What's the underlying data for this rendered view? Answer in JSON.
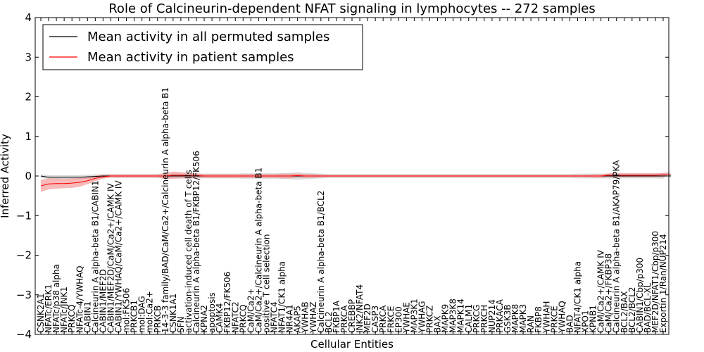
{
  "chart_data": {
    "type": "line",
    "title": "Role of Calcineurin-dependent NFAT signaling in lymphocytes -- 272 samples",
    "xlabel": "Cellular Entities",
    "ylabel": "Inferred Activity",
    "ylim": [
      -4,
      4
    ],
    "yticks": [
      -4,
      -3,
      -2,
      -1,
      0,
      1,
      2,
      3,
      4
    ],
    "ytick_labels": [
      "−4",
      "−3",
      "−2",
      "−1",
      "0",
      "1",
      "2",
      "3",
      "4"
    ],
    "grid": false,
    "legend_position": "top-left",
    "categories": [
      "CSNK2A1",
      "NFATc/ERK1",
      "NFATc/p38 alpha",
      "NFATc/JNK1",
      "PRKCQ",
      "NFATc-4/YWHAQ",
      "CABIN1",
      "Calcineurin A alpha-beta B1/CABIN1",
      "CABIN1/MEF2D",
      "CABIN1/MEF2D/CaM/Ca2+/CAMK IV",
      "CABIN1/YWHAQ/CaM/Ca2+/CAMK IV",
      "mol:FK506",
      "PRKCB1",
      "mol:DAG",
      "mol:Ca2+",
      "PRKCB",
      "14-3-3 family/BAD/CaM/Ca2+/Calcineurin A alpha-beta B1",
      "CSNK1A1",
      "SFN",
      "activation-induced cell death of T cells",
      "Calcineurin A alpha-beta B1/FKBP12/FK506",
      "KPNA2",
      "apoptosis",
      "CAMK4",
      "FKBP12/FK506",
      "NFATC2",
      "PRKCQ",
      "CaM/Ca2+",
      "CaM/Ca2+/Calcineurin A alpha-beta B1",
      "positive T cell selection",
      "NFATC4",
      "NFAT1/CK1 alpha",
      "NR4A1",
      "AKAP5",
      "YWHAB",
      "YWHAZ",
      "Calcineurin A alpha-beta B1/BCL2",
      "BCL2",
      "FKBP1A",
      "PRKCA",
      "CREBBP",
      "JNK2/NFAT4",
      "MEF2D",
      "CASP3",
      "PRKCA",
      "FRKCE",
      "EP300",
      "YWHAE",
      "MAP3K1",
      "YWHAG",
      "PRKCZ",
      "BAX",
      "MAPK9",
      "MAP3K8",
      "MAPK14",
      "CALM1",
      "PRKCG",
      "PRKCH",
      "NUP214",
      "PRKACA",
      "GSK3B",
      "MAPK8",
      "MAPK3",
      "RAN",
      "FKBP8",
      "YWHAH",
      "PRKCE",
      "YWHAQ",
      "BAD",
      "NFAT4/CK1 alpha",
      "XPO1",
      "KPNB1",
      "CaM/Ca2+/CAMK IV",
      "CaM/Ca2+/FKBP38",
      "Calcineurin A alpha-beta B1/AKAP79/PKA",
      "BCL2/BAX",
      "BCL2/BCL2",
      "CABIN1/Cbp/p300",
      "BAD/BCL-XL",
      "MEF2D/NFAT1/Cbp/p300",
      "Exportin 1/Ran/NUP214"
    ],
    "series": [
      {
        "name": "Mean activity in all permuted samples",
        "color": "#000000",
        "band_color": "#888888",
        "values": [
          0,
          -0.03,
          -0.03,
          -0.03,
          -0.03,
          -0.03,
          -0.02,
          -0.01,
          0,
          0,
          0,
          0,
          0,
          0,
          0,
          0,
          0,
          0,
          0,
          0,
          0,
          0,
          0,
          0,
          0,
          0,
          0,
          0,
          0,
          0,
          0,
          0,
          0,
          0,
          0,
          0,
          0,
          0,
          0,
          0,
          0,
          0,
          0,
          0,
          0,
          0,
          0,
          0,
          0,
          0,
          0,
          0,
          0,
          0,
          0,
          0,
          0,
          0,
          0,
          0,
          0,
          0,
          0,
          0,
          0,
          0,
          0,
          0,
          0,
          0,
          0,
          0,
          0,
          0,
          0,
          0,
          0,
          0,
          0,
          0,
          0,
          0
        ],
        "band": [
          0.04,
          0.05,
          0.05,
          0.05,
          0.05,
          0.05,
          0.05,
          0.05,
          0.05,
          0.05,
          0.05,
          0.05,
          0.05,
          0.05,
          0.05,
          0.05,
          0.06,
          0.06,
          0.06,
          0.06,
          0.06,
          0.06,
          0.06,
          0.06,
          0.06,
          0.06,
          0.07,
          0.07,
          0.07,
          0.07,
          0.07,
          0.07,
          0.08,
          0.09,
          0.08,
          0.07,
          0.06,
          0.05,
          0.05,
          0.05,
          0.05,
          0.05,
          0.05,
          0.05,
          0.05,
          0.05,
          0.05,
          0.05,
          0.05,
          0.05,
          0.05,
          0.05,
          0.05,
          0.05,
          0.05,
          0.05,
          0.05,
          0.05,
          0.05,
          0.05,
          0.05,
          0.05,
          0.05,
          0.05,
          0.05,
          0.05,
          0.05,
          0.05,
          0.05,
          0.06,
          0.06,
          0.06,
          0.06,
          0.06,
          0.06,
          0.06,
          0.06,
          0.06,
          0.06,
          0.06,
          0.07,
          0.08
        ]
      },
      {
        "name": "Mean activity in patient samples",
        "color": "#ff0000",
        "band_color": "#f08080",
        "values": [
          -0.25,
          -0.2,
          -0.19,
          -0.19,
          -0.18,
          -0.16,
          -0.12,
          -0.06,
          -0.02,
          0,
          0,
          0,
          0,
          0,
          0,
          0,
          0,
          0.02,
          0.02,
          0.01,
          0.01,
          0,
          0,
          0,
          0,
          0,
          0,
          0,
          0,
          0,
          0,
          0,
          0,
          0.01,
          0,
          0,
          0,
          0,
          0,
          0,
          0,
          0,
          0,
          0,
          0,
          0,
          0,
          0,
          0,
          0,
          0,
          0,
          0,
          0,
          0,
          0,
          0,
          0,
          0,
          0,
          0,
          0,
          0,
          0,
          0,
          0,
          0,
          0,
          0,
          0,
          0,
          0,
          0,
          0.02,
          0.02,
          0.02,
          0.02,
          0.02,
          0.02,
          0.02,
          0.03,
          0.03
        ],
        "band": [
          0.15,
          0.14,
          0.13,
          0.12,
          0.12,
          0.11,
          0.09,
          0.07,
          0.05,
          0.04,
          0.04,
          0.04,
          0.04,
          0.04,
          0.04,
          0.04,
          0.08,
          0.09,
          0.08,
          0.07,
          0.06,
          0.05,
          0.05,
          0.05,
          0.05,
          0.05,
          0.05,
          0.05,
          0.05,
          0.05,
          0.05,
          0.06,
          0.06,
          0.05,
          0.05,
          0.05,
          0.04,
          0.03,
          0.03,
          0.03,
          0.03,
          0.03,
          0.03,
          0.03,
          0.03,
          0.03,
          0.03,
          0.03,
          0.03,
          0.03,
          0.03,
          0.03,
          0.03,
          0.03,
          0.03,
          0.03,
          0.03,
          0.03,
          0.03,
          0.03,
          0.03,
          0.03,
          0.03,
          0.03,
          0.03,
          0.03,
          0.03,
          0.03,
          0.03,
          0.03,
          0.03,
          0.04,
          0.04,
          0.05,
          0.05,
          0.05,
          0.05,
          0.05,
          0.05,
          0.05,
          0.05,
          0.06
        ]
      }
    ]
  }
}
